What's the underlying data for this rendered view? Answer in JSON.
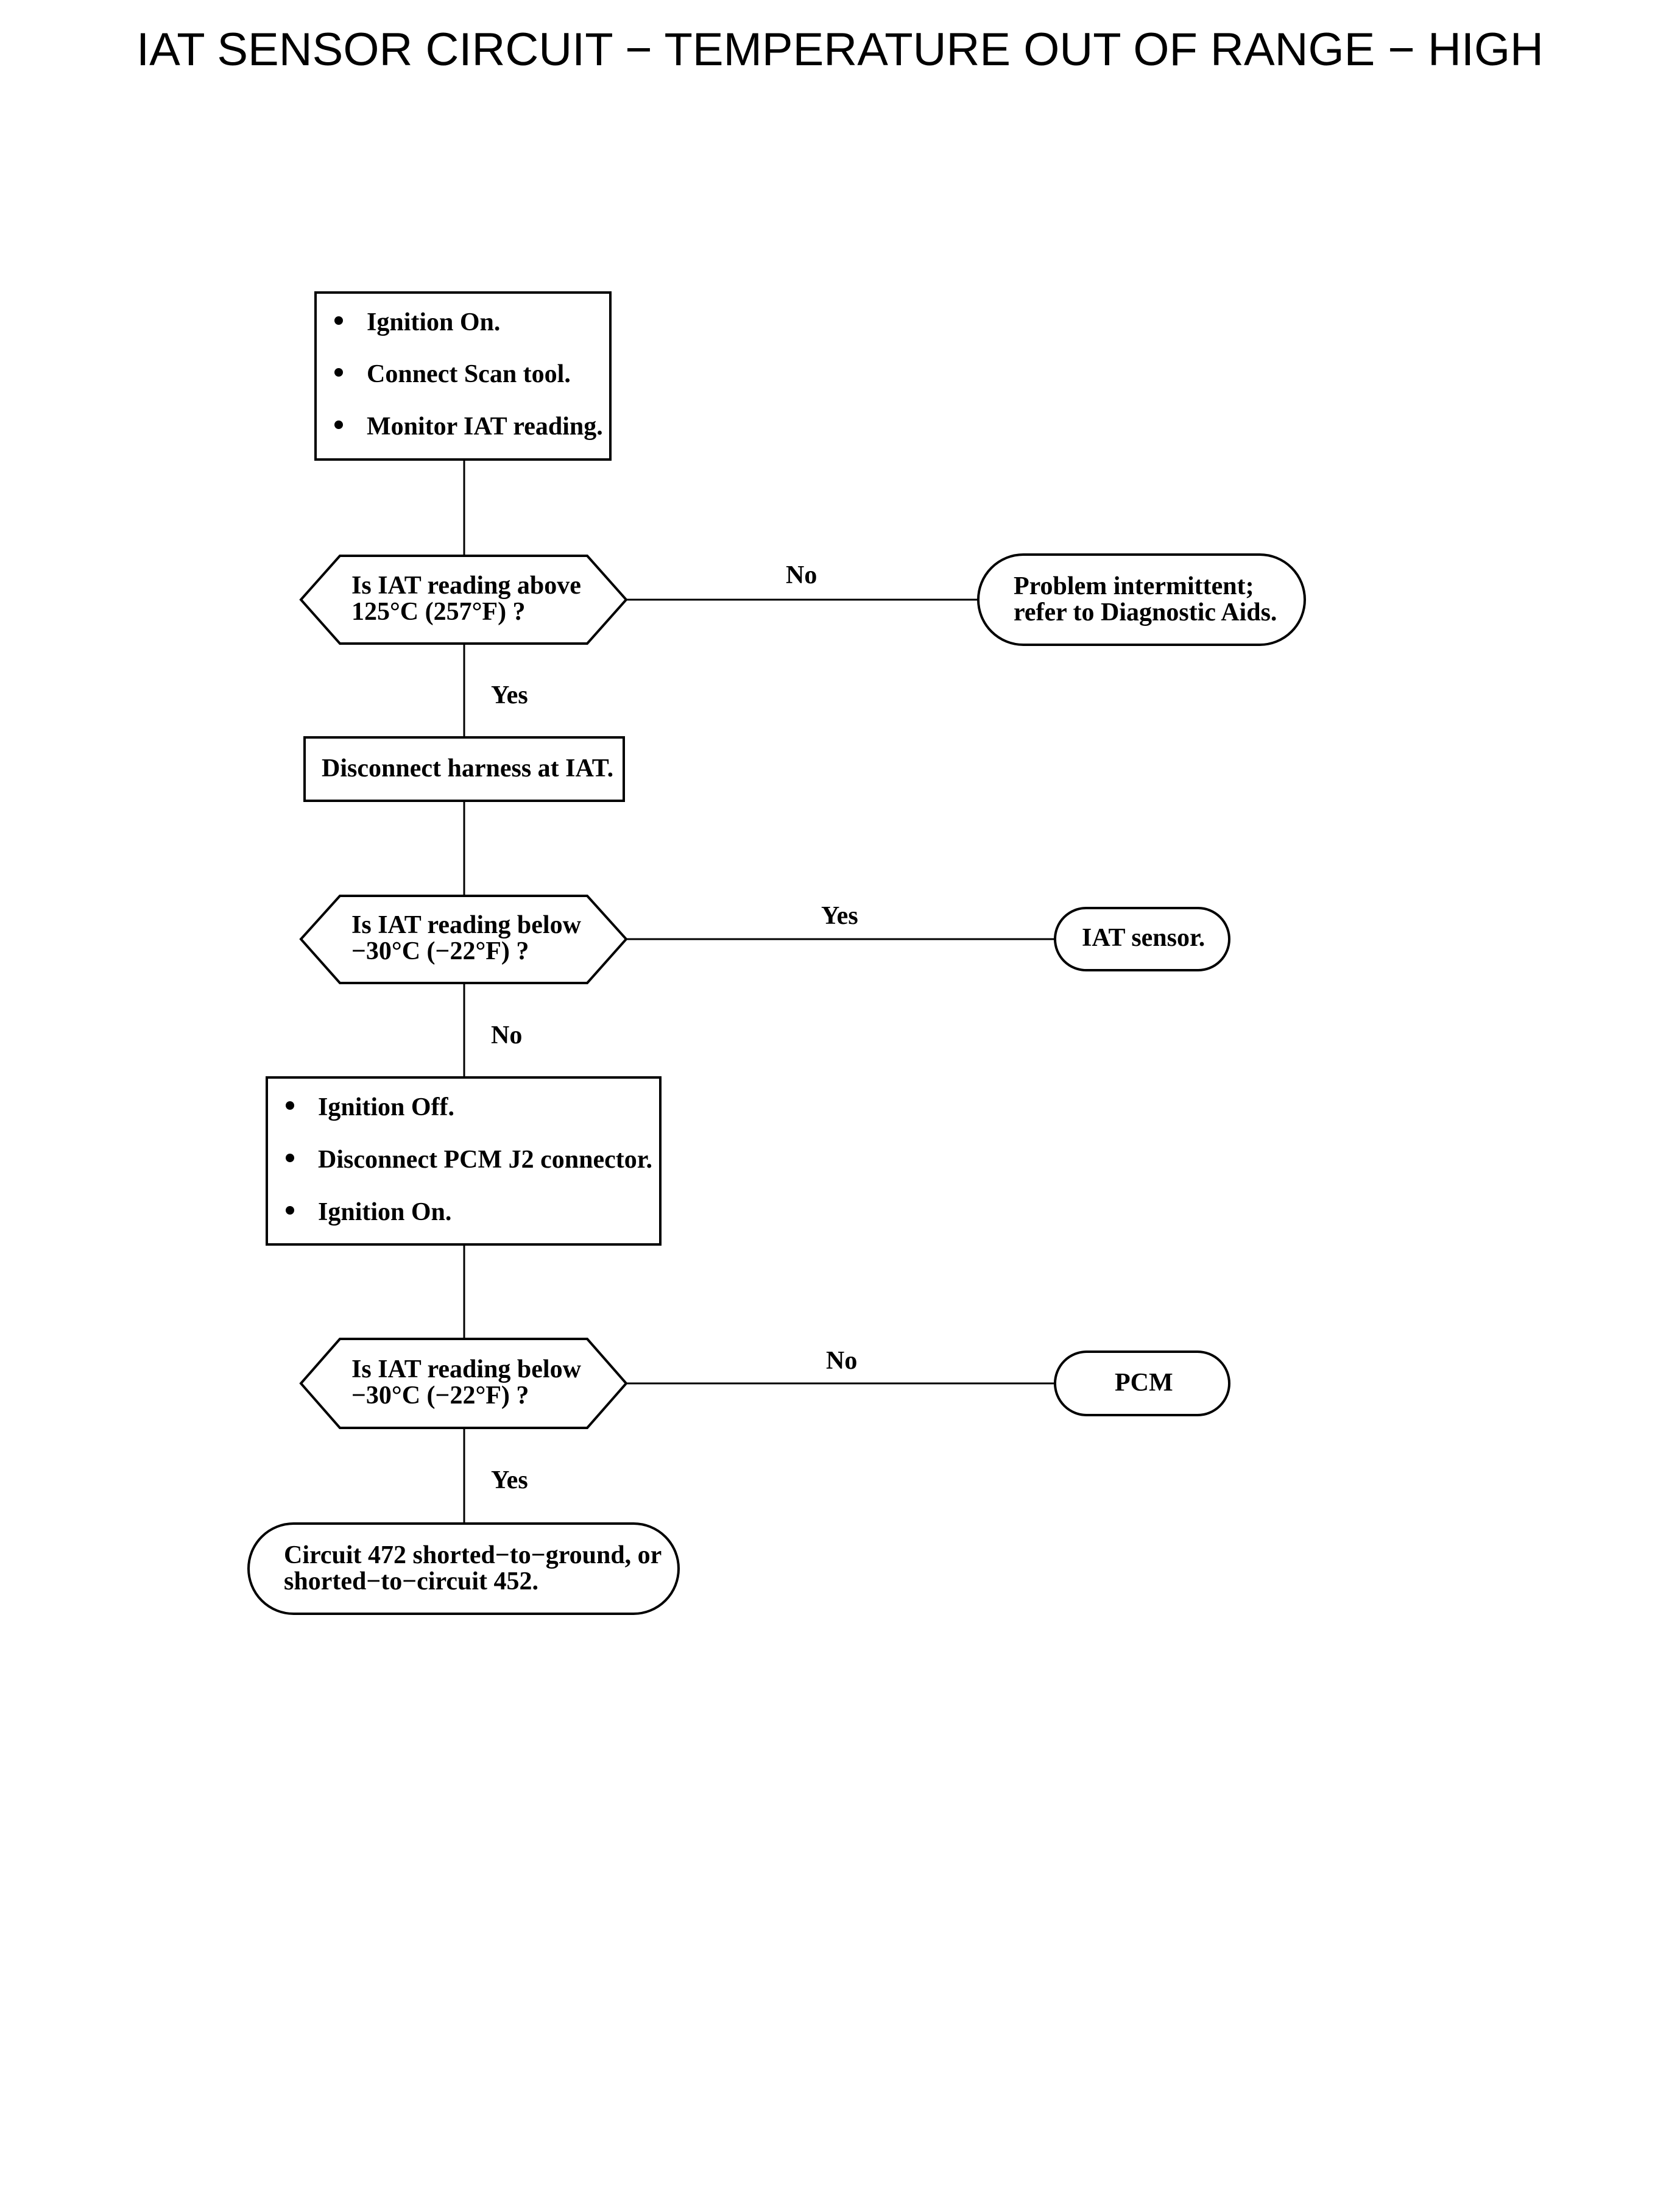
{
  "title": "IAT SENSOR CIRCUIT − TEMPERATURE OUT OF RANGE − HIGH",
  "step1": {
    "items": [
      "Ignition On.",
      "Connect Scan tool.",
      "Monitor IAT reading."
    ]
  },
  "decision1": {
    "lines": [
      "Is IAT reading above",
      "125°C (257°F) ?"
    ],
    "no_label": "No",
    "yes_label": "Yes"
  },
  "result1": {
    "lines": [
      "Problem intermittent;",
      "refer to Diagnostic Aids."
    ]
  },
  "step2": {
    "text": "Disconnect harness at IAT."
  },
  "decision2": {
    "lines": [
      "Is IAT reading below",
      "−30°C (−22°F) ?"
    ],
    "yes_label": "Yes",
    "no_label": "No"
  },
  "result2": {
    "text": "IAT sensor."
  },
  "step3": {
    "items": [
      "Ignition Off.",
      "Disconnect PCM J2 connector.",
      "Ignition On."
    ]
  },
  "decision3": {
    "lines": [
      "Is IAT reading below",
      "−30°C (−22°F) ?"
    ],
    "no_label": "No",
    "yes_label": "Yes"
  },
  "result3": {
    "text": "PCM"
  },
  "result4": {
    "lines": [
      "Circuit 472 shorted−to−ground, or",
      "shorted−to−circuit 452."
    ]
  }
}
